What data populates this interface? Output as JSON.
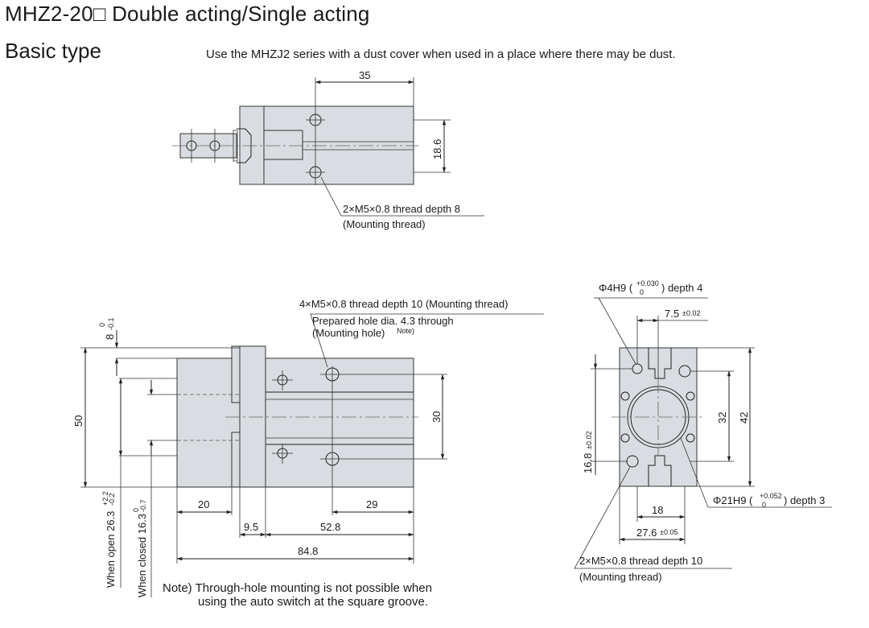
{
  "header": {
    "title": "MHZ2-20□ Double acting/Single acting",
    "subtitle": "Basic type",
    "dust_note": "Use the MHZJ2 series with a dust cover when used in a place where there may be dust."
  },
  "top_view": {
    "dim_length": "35",
    "dim_height": "18.6",
    "callout_line1": "2×M5×0.8 thread depth 8",
    "callout_line2": "(Mounting thread)"
  },
  "side_view": {
    "callout_thread": "4×M5×0.8 thread depth 10 (Mounting thread)",
    "callout_hole_line1": "Prepared hole dia. 4.3 through",
    "callout_hole_line2": "(Mounting hole)",
    "callout_hole_note": "Note)",
    "dim_top_tol_upper": "0",
    "dim_top_value": "8",
    "dim_top_tol_lower": "-0.1",
    "dim_50": "50",
    "dim_30": "30",
    "dim_20": "20",
    "dim_29": "29",
    "dim_9_5": "9.5",
    "dim_52_8": "52.8",
    "dim_84_8": "84.8",
    "open_label": "When open 26.3",
    "open_tol_upper": "+2.2",
    "open_tol_lower": "-0.2",
    "closed_label": "When closed 16.3",
    "closed_tol_upper": "0",
    "closed_tol_lower": "-0.7"
  },
  "end_view": {
    "pin_hole": "Φ4H9 (",
    "pin_hole_tol_upper": "+0.030",
    "pin_hole_tol_lower": "0",
    "pin_hole_depth": ") depth 4",
    "dim_7_5": "7.5",
    "dim_7_5_tol": "±0.02",
    "dim_16_8": "16.8",
    "dim_16_8_tol": "±0.02",
    "dim_32": "32",
    "dim_42": "42",
    "bore": "Φ21H9 (",
    "bore_tol_upper": "+0.052",
    "bore_tol_lower": "0",
    "bore_depth": ") depth 3",
    "dim_18": "18",
    "dim_27_6": "27.6",
    "dim_27_6_tol": "±0.05",
    "callout_line1": "2×M5×0.8 thread depth 10",
    "callout_line2": "(Mounting thread)"
  },
  "footnote": {
    "line1": "Note) Through-hole mounting is not possible when",
    "line2": "using the auto switch at the square groove."
  }
}
